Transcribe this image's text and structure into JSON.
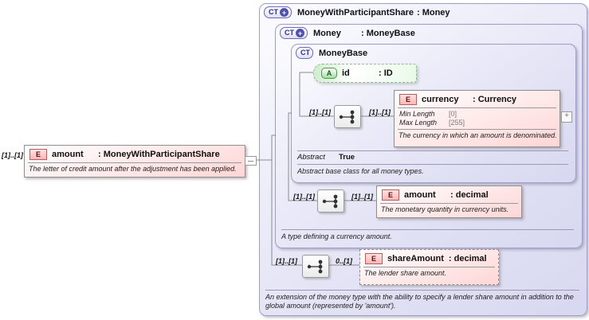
{
  "left_element": {
    "cardinality": "[1]..[1]",
    "icon": "E",
    "name": "amount",
    "type": ": MoneyWithParticipantShare",
    "annotation": "The letter of credit amount after the adjustment has been applied."
  },
  "outer": {
    "icon": "CT",
    "icon_plus": "+",
    "name": "MoneyWithParticipantShare",
    "type": ": Money",
    "annotation": "An extension of the money type with the ability to specify a lender share amount in addition to the global amount (represented by 'amount')."
  },
  "money": {
    "icon": "CT",
    "icon_plus": "+",
    "name": "Money",
    "type": ": MoneyBase",
    "annotation": "A type defining a currency amount."
  },
  "moneybase": {
    "icon": "CT",
    "name": "MoneyBase",
    "abstract_label": "Abstract",
    "abstract_value": "True",
    "annotation": "Abstract base class for all money types."
  },
  "id_attribute": {
    "icon": "A",
    "name": "id",
    "type": ": ID"
  },
  "currency": {
    "card_left": "[1]..[1]",
    "card_right": "[1]..[1]",
    "icon": "E",
    "name": "currency",
    "type": ": Currency",
    "facets": [
      {
        "label": "Min Length",
        "value": "[0]"
      },
      {
        "label": "Max Length",
        "value": "[255]"
      }
    ],
    "annotation": "The currency in which an amount is denominated.",
    "expand_glyph": "+"
  },
  "amount": {
    "card_left": "[1]..[1]",
    "card_right": "[1]..[1]",
    "icon": "E",
    "name": "amount",
    "type": ": decimal",
    "annotation": "The monetary quantity in currency units."
  },
  "share": {
    "card_left": "[1]..[1]",
    "card_right": "0..[1]",
    "icon": "E",
    "name": "shareAmount",
    "type": ": decimal",
    "annotation": "The lender share amount."
  },
  "colors": {
    "container_lavender": "#d7d7f0",
    "element_pink": "#ffd6d6",
    "attribute_green": "#cdeccd",
    "accent_blue": "#2c2c8a",
    "line_gray": "#8a8a8a"
  }
}
